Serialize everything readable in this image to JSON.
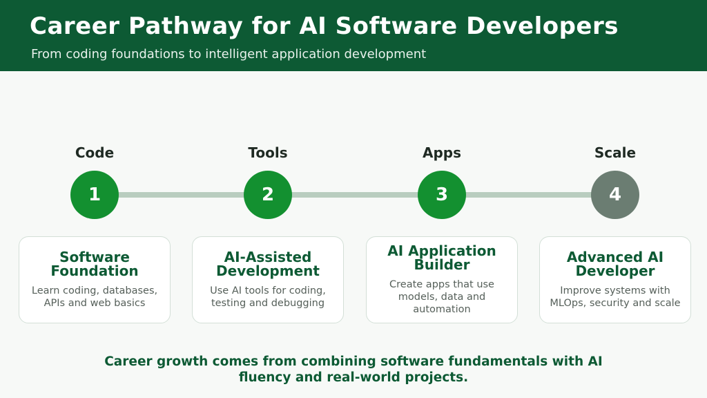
{
  "header": {
    "title": "Career Pathway for AI Software Developers",
    "subtitle": "From coding foundations to intelligent application development"
  },
  "steps": [
    {
      "label": "Code",
      "number": "1",
      "status": "done",
      "title": "Software Foundation",
      "description": "Learn coding, databases, APIs and web basics"
    },
    {
      "label": "Tools",
      "number": "2",
      "status": "done",
      "title": "AI-Assisted Development",
      "description": "Use AI tools for coding, testing and debugging"
    },
    {
      "label": "Apps",
      "number": "3",
      "status": "done",
      "title": "AI Application Builder",
      "description": "Create apps that use models, data and automation"
    },
    {
      "label": "Scale",
      "number": "4",
      "status": "future",
      "title": "Advanced AI Developer",
      "description": "Improve systems with MLOps, security and scale"
    }
  ],
  "footer": {
    "text": "Career growth comes from combining software fundamentals with AI fluency and real-world projects."
  },
  "colors": {
    "brand": "#0d5a34",
    "step_active": "#139030",
    "step_future": "#6b7d72",
    "track": "#b9cdbf"
  }
}
